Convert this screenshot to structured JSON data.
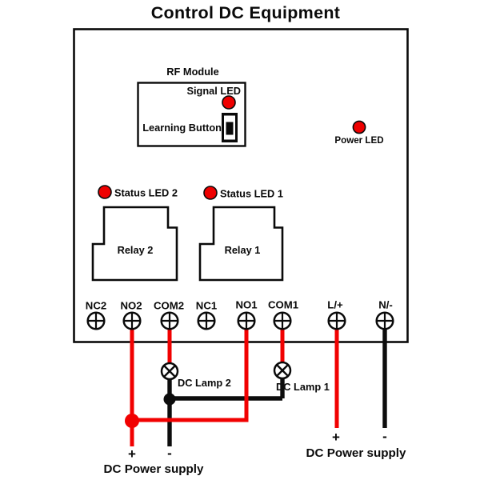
{
  "title": "Control DC Equipment",
  "colors": {
    "wire-red": "#f10101",
    "led-red": "#ee0000",
    "wire-black": "#0d0d0d"
  },
  "device": {
    "rf_module": {
      "label": "RF Module",
      "signal_led": "Signal LED",
      "learning_button": "Learning Button"
    },
    "power_led": "Power LED",
    "status_led_2": "Status LED 2",
    "status_led_1": "Status LED 1",
    "relay_2": "Relay 2",
    "relay_1": "Relay 1",
    "terminals": [
      "NC2",
      "NO2",
      "COM2",
      "NC1",
      "NO1",
      "COM1",
      "L/+",
      "N/-"
    ]
  },
  "wiring": {
    "dc_lamp_2": "DC Lamp 2",
    "dc_lamp_1": "DC Lamp 1",
    "left_supply": {
      "plus": "+",
      "minus": "-",
      "label": "DC Power supply"
    },
    "right_supply": {
      "plus": "+",
      "minus": "-",
      "label": "DC Power supply"
    }
  }
}
